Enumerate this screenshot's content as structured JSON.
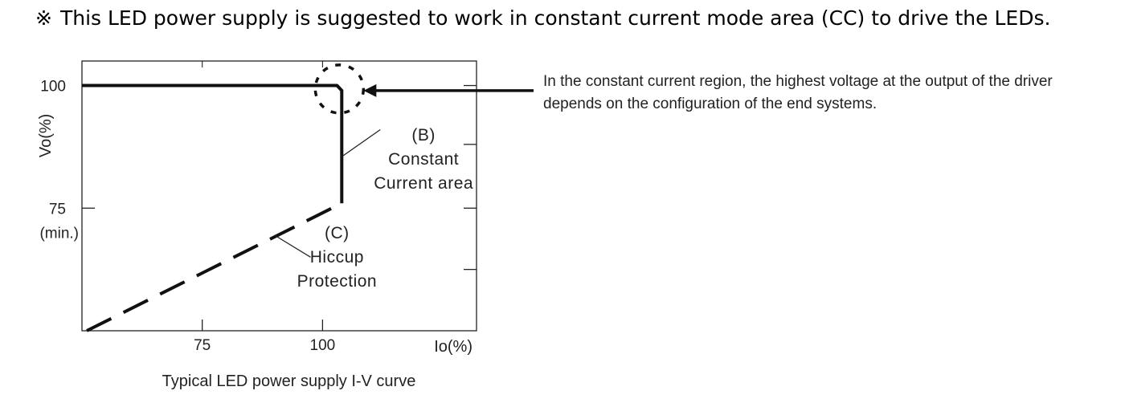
{
  "note": {
    "mark": "※",
    "text": "This LED power supply is suggested to work in constant current mode area (CC) to drive the LEDs."
  },
  "side_note": {
    "line1": "In the constant current region, the highest voltage at the output of the driver",
    "line2": "depends on the configuration of the end systems."
  },
  "chart_data": {
    "type": "line",
    "title": "",
    "caption": "Typical LED power supply I-V curve",
    "xlabel": "Io(%)",
    "ylabel": "Vo(%)",
    "xlim": [
      50,
      132
    ],
    "ylim": [
      50,
      105
    ],
    "xticks": [
      {
        "value": 75,
        "label": "75"
      },
      {
        "value": 100,
        "label": "100"
      }
    ],
    "yticks": [
      {
        "value": 100,
        "label": "100"
      },
      {
        "value": 75,
        "label": "75"
      }
    ],
    "ytick_extra": {
      "value": 75,
      "label": "(min.)"
    },
    "series": [
      {
        "style": "solid",
        "points": [
          [
            50,
            100
          ],
          [
            103,
            100
          ],
          [
            104,
            99
          ],
          [
            104,
            76
          ]
        ]
      },
      {
        "style": "dashed",
        "points": [
          [
            51,
            50
          ],
          [
            104,
            76
          ]
        ]
      }
    ],
    "annotations": [
      {
        "lines": [
          "(B)",
          "Constant",
          "Current area"
        ],
        "x": 121,
        "y": 86.5,
        "point_x": 104,
        "point_y": 85.5,
        "pointer_from_x": 112,
        "pointer_from_y": 91
      },
      {
        "lines": [
          "(C)",
          "Hiccup",
          "Protection"
        ],
        "x": 103,
        "y": 66.5,
        "point_x": 90,
        "point_y": 69.5,
        "pointer_from_x": 97.5,
        "pointer_from_y": 65
      }
    ],
    "highlight": {
      "x": 103.5,
      "y": 99.3
    },
    "grid": false
  }
}
